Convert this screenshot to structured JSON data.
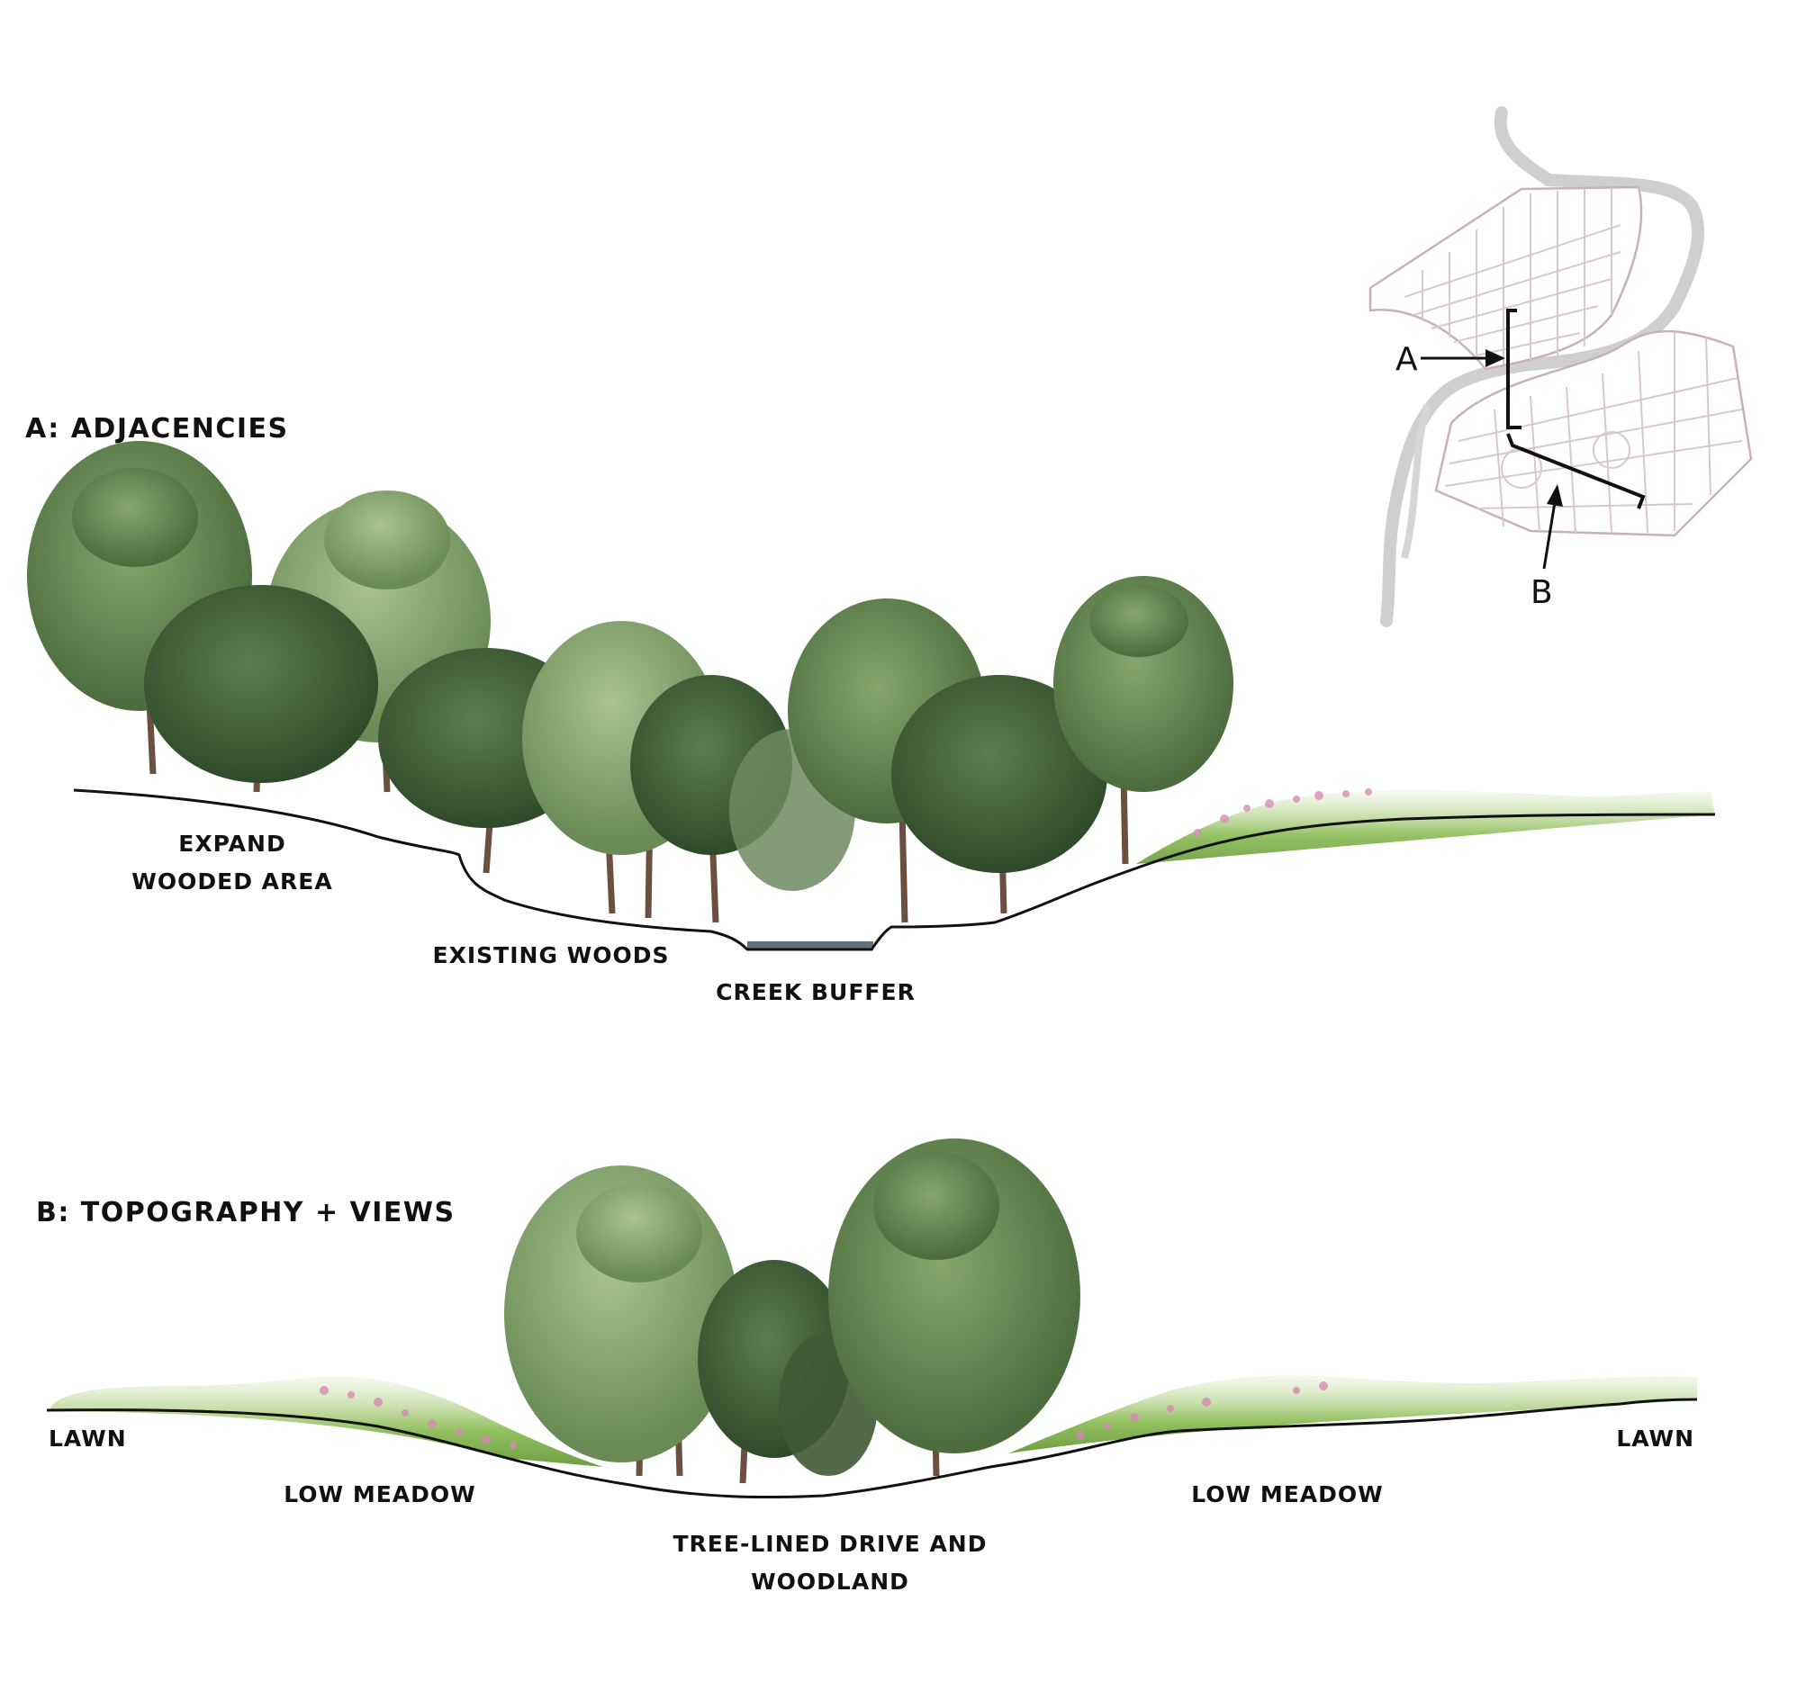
{
  "section_a": {
    "title": "A: ADJACENCIES",
    "labels": {
      "expand_1": "EXPAND",
      "expand_2": "WOODED AREA",
      "existing_woods": "EXISTING WOODS",
      "creek_buffer": "CREEK BUFFER"
    }
  },
  "section_b": {
    "title": "B: TOPOGRAPHY + VIEWS",
    "labels": {
      "lawn_left": "LAWN",
      "lawn_right": "LAWN",
      "low_meadow_left": "LOW MEADOW",
      "low_meadow_right": "LOW MEADOW",
      "drive_1": "TREE-LINED DRIVE AND",
      "drive_2": "WOODLAND"
    }
  },
  "key_map": {
    "marker_a": "A",
    "marker_b": "B"
  },
  "colors": {
    "ground_line": "#111111",
    "tree_dark": "#3f5c37",
    "tree_mid": "#5f7f4a",
    "tree_light": "#8aa874",
    "trunk": "#7a5a40",
    "grass": "#8fbf5a",
    "flower": "#d68ab4",
    "water": "#3a4a5a",
    "river": "#c9c9c9",
    "street": "#c8b8b8"
  }
}
